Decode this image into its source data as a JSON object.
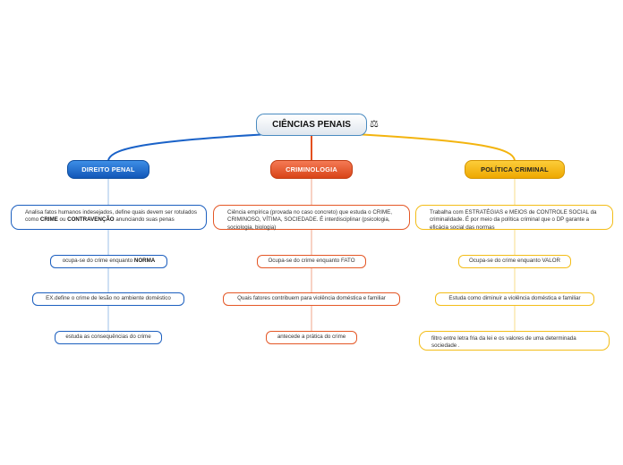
{
  "root": {
    "title": "CIÊNCIAS PENAIS",
    "icon": "scale-icon"
  },
  "branches": [
    {
      "title": "DIREITO PENAL",
      "color": "#1a62c8",
      "description": {
        "pre": "Analisa fatos humanos indesejados, define quais devem ser rotulados como ",
        "b1": "CRIME",
        "mid": " ou ",
        "b2": "CONTRAVENÇÃO",
        "post": " anunciando suas penas"
      },
      "items": [
        {
          "pre": "ocupa-se do crime enquanto ",
          "bold": "NORMA"
        },
        {
          "text": "EX.define o crime de lesão no ambiente doméstico"
        },
        {
          "text": "estuda as consequências do crime"
        }
      ]
    },
    {
      "title": "CRIMINOLOGIA",
      "color": "#e4501f",
      "description": "Ciência empírica (provada no caso concreto) que estuda o CRIME, CRIMINOSO, VÍTIMA, SOCIEDADE. É interdisciplinar (psicologia, sociologia, biologia)",
      "items": [
        {
          "text": "Ocupa-se do crime enquanto FATO"
        },
        {
          "text": "Quais fatores contribuem para violência doméstica e familiar"
        },
        {
          "text": "antecede a prática do crime"
        }
      ]
    },
    {
      "title": "POLÍTICA CRIMINAL",
      "color": "#f3b40f",
      "description": "Trabalha com ESTRATÉGIAS e MEIOS  de CONTROLE SOCIAL da criminalidade. É  por meio da política criminal que o DP garante a eficácia social das normas",
      "items": [
        {
          "text": "Ocupa-se do crime enquanto VALOR"
        },
        {
          "text": "Estuda como diminuir a violência doméstica e familiar"
        },
        {
          "text": "filtro entre letra fria da lei e os valores de uma determinada sociedade ."
        }
      ]
    }
  ]
}
